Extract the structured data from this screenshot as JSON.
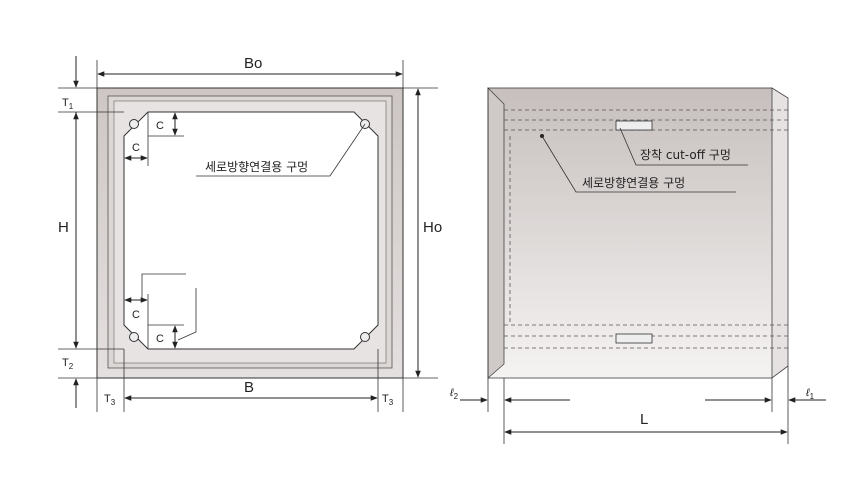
{
  "left_view": {
    "label_bo": "Bo",
    "label_ho": "Ho",
    "label_h": "H",
    "label_b": "B",
    "label_t1": "T",
    "sub_t1": "1",
    "label_t2": "T",
    "sub_t2": "2",
    "label_t3_left": "T",
    "sub_t3_left": "3",
    "label_t3_right": "T",
    "sub_t3_right": "3",
    "label_c": "C",
    "note_joint_hole": "세로방향연결용 구멍"
  },
  "right_view": {
    "label_l": "L",
    "label_l1": "ℓ",
    "sub_l1": "1",
    "label_l2": "ℓ",
    "sub_l2": "2",
    "note_cutoff_hole": "장착 cut-off 구멍",
    "note_joint_hole": "세로방향연결용 구멍"
  },
  "colors": {
    "frame_fill": "#cfc8c6",
    "body_top": "#cbc4c2",
    "body_bottom": "#f3f1f0"
  }
}
